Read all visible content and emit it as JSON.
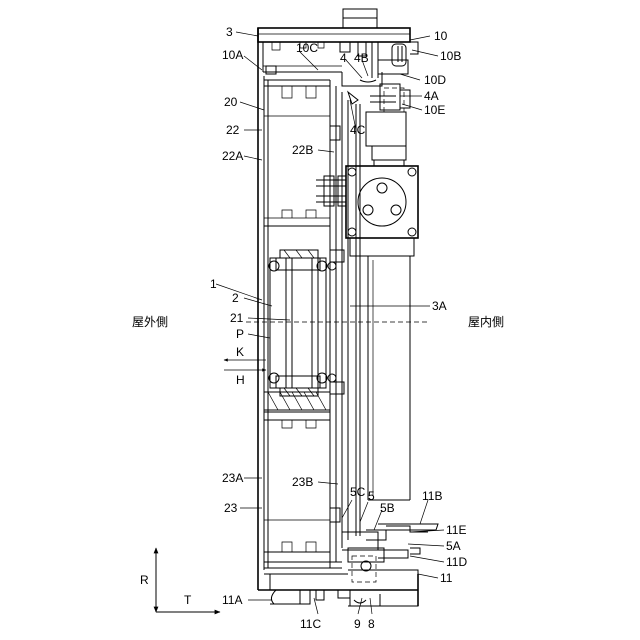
{
  "figure": {
    "labels": {
      "l3": "3",
      "l10": "10",
      "l10A": "10A",
      "l10C": "10C",
      "l4": "4",
      "l4B": "4B",
      "l10B": "10B",
      "l10D": "10D",
      "l4A": "4A",
      "l10E": "10E",
      "l20": "20",
      "l22": "22",
      "l4C": "4C",
      "l22A": "22A",
      "l22B": "22B",
      "l1": "1",
      "l2": "2",
      "l21": "21",
      "l3A": "3A",
      "lP": "P",
      "lK": "K",
      "lH": "H",
      "l23A": "23A",
      "l23B": "23B",
      "l23": "23",
      "l5C": "5C",
      "l5": "5",
      "l5B": "5B",
      "l11B": "11B",
      "l11E": "11E",
      "l5A": "5A",
      "l11D": "11D",
      "l11": "11",
      "lR": "R",
      "lT": "T",
      "l11A": "11A",
      "l11C": "11C",
      "l9": "9",
      "l8": "8"
    },
    "outdoor_side": "屋外側",
    "indoor_side": "屋内側"
  }
}
